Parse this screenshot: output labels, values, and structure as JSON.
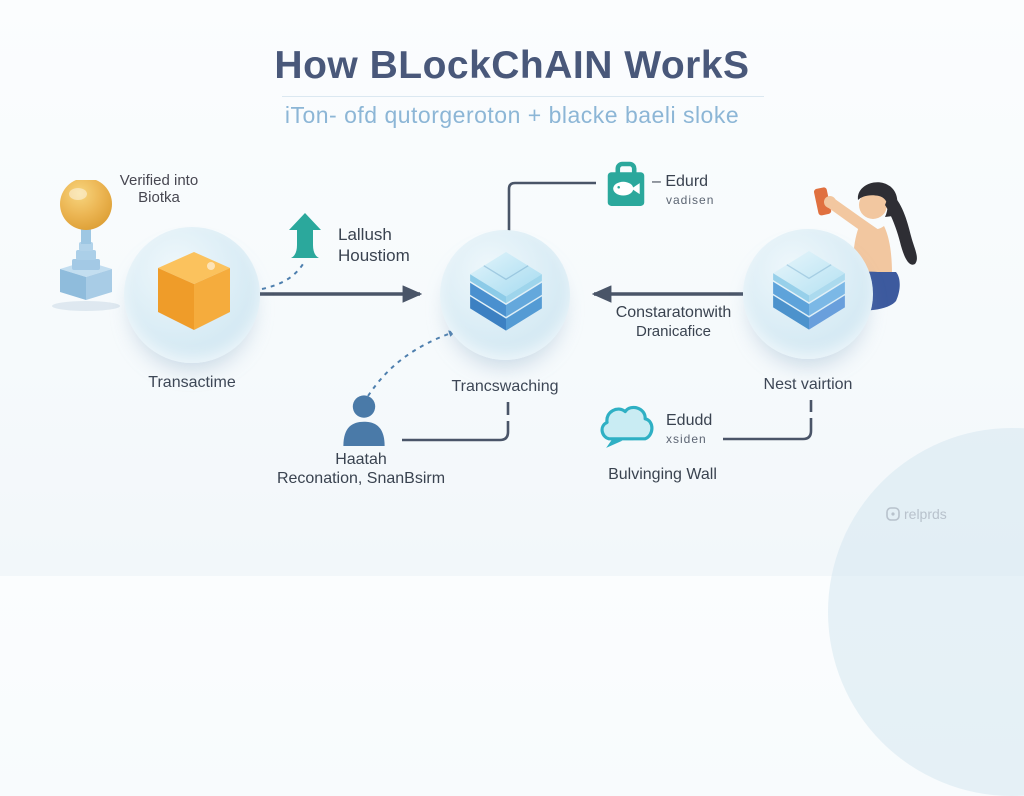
{
  "header": {
    "title": "How BLockChAIN WorkS",
    "subtitle": "iTon- ofd qutorgeroton + blacke baeli sloke"
  },
  "stages": {
    "left": {
      "label": "Transactime",
      "note_line1": "Verified into",
      "note_line2": "Biotka"
    },
    "center": {
      "label": "Trancswaching"
    },
    "right": {
      "label": "Nest vairtion"
    }
  },
  "callouts": {
    "up_arrow": {
      "line1": "Lallush",
      "line2": "Houstiom"
    },
    "bag": {
      "line1": "– Edurd",
      "line2": "vadisen"
    },
    "consensus": {
      "line1": "Constaratonwith",
      "line2": "Dranicafice"
    },
    "user": {
      "line1": "Haatah",
      "line2": "Reconation, SnanBsirm"
    },
    "cloud": {
      "line1": "Edudd",
      "line2": "xsiden",
      "caption": "Bulvinging Wall"
    }
  },
  "watermark": {
    "text": "relprds"
  },
  "colors": {
    "title_text": "#49587A",
    "subtitle_text": "#8CB6D6",
    "body_text": "#3A4350",
    "teal": "#2BA89C",
    "cloud_teal": "#2FB0C4",
    "connector_dark": "#4A5568",
    "connector_dashed_blue": "#4E7FAE",
    "orange_cube": "#F2A236",
    "blue_block": "#4A90CF",
    "steel_blue_user": "#4A7AA8",
    "node_circle_bg": "#D9ECF5",
    "gold_sphere": "#E8B04A"
  }
}
